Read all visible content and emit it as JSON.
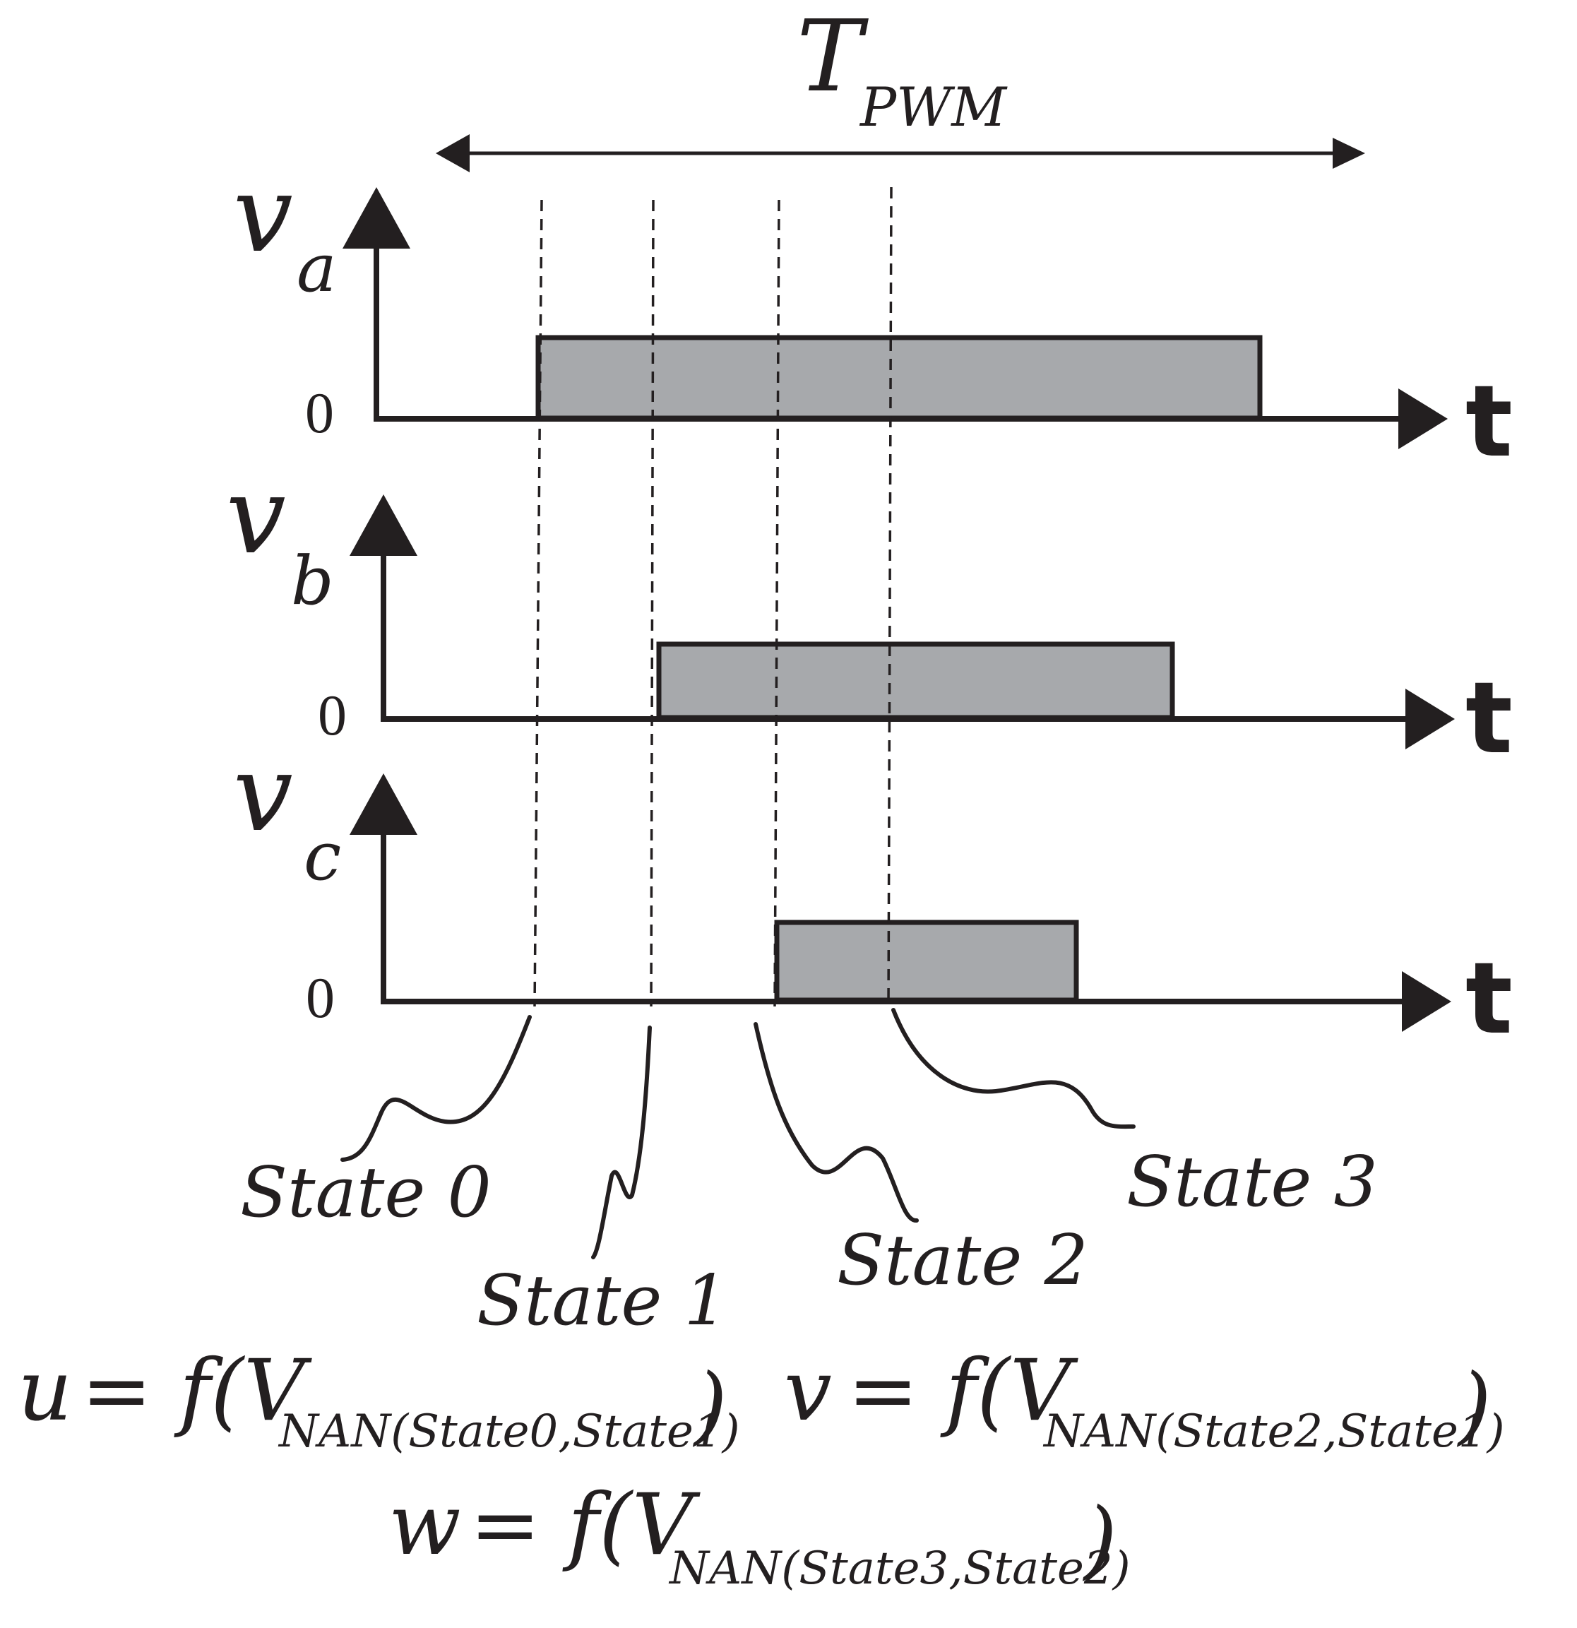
{
  "period": {
    "symbol": "T",
    "subscript": "PWM"
  },
  "axes": [
    {
      "id": "a",
      "symbol": "v",
      "subscript": "a",
      "zero_label": "0",
      "t_label": "t"
    },
    {
      "id": "b",
      "symbol": "v",
      "subscript": "b",
      "zero_label": "0",
      "t_label": "t"
    },
    {
      "id": "c",
      "symbol": "v",
      "subscript": "c",
      "zero_label": "0",
      "t_label": "t"
    }
  ],
  "states": [
    "State 0",
    "State 1",
    "State 2",
    "State 3"
  ],
  "equations": {
    "u": {
      "lhs": "u",
      "rhs": "= f(V",
      "sub": "NAN(State0,State1)",
      "close": ")"
    },
    "v": {
      "lhs": "v",
      "rhs": "= f(V",
      "sub": "NAN(State2,State1)",
      "close": ")"
    },
    "w": {
      "lhs": "w",
      "rhs": "= f(V",
      "sub": "NAN(State3,State2)",
      "close": ")"
    }
  },
  "colors": {
    "ink": "#231f20",
    "pulse_fill": "#a7a9ac",
    "background": "#ffffff"
  }
}
